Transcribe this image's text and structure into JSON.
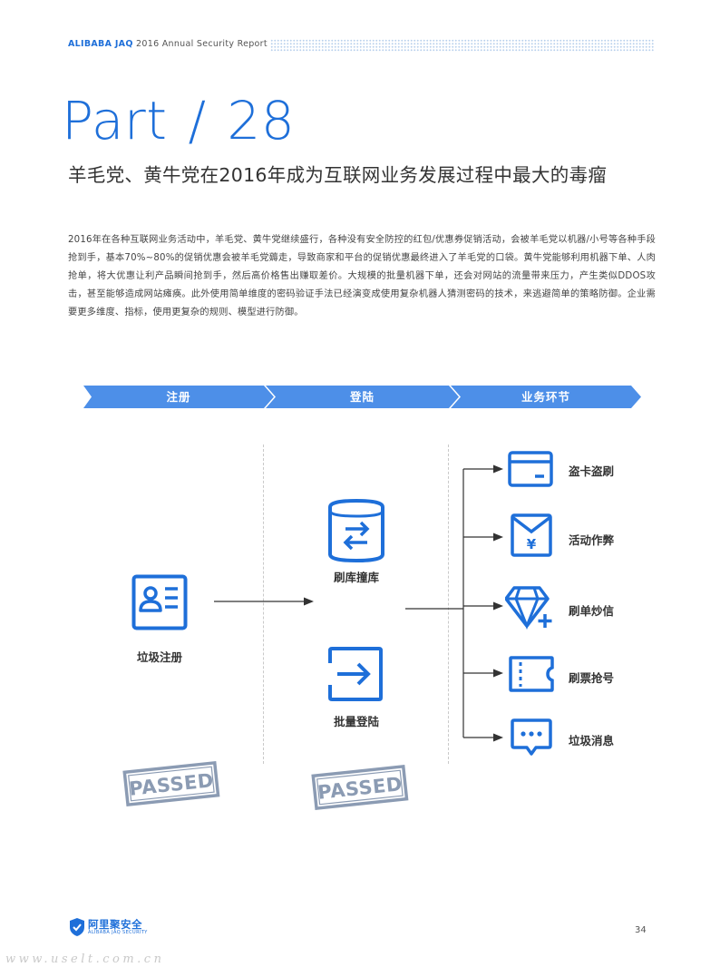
{
  "header": {
    "brand": "ALIBABA JAQ",
    "report": "2016 Annual Security Report"
  },
  "title": {
    "part": "Part",
    "slash": "/",
    "number": "28",
    "subtitle": "羊毛党、黄牛党在2016年成为互联网业务发展过程中最大的毒瘤"
  },
  "paragraph": "2016年在各种互联网业务活动中，羊毛党、黄牛党继续盛行，各种没有安全防控的红包/优惠券促销活动，会被羊毛党以机器/小号等各种手段抢到手，基本70%~80%的促销优惠会被羊毛党薅走，导致商家和平台的促销优惠最终进入了羊毛党的口袋。黄牛党能够利用机器下单、人肉抢单，将大优惠让利产品瞬间抢到手，然后高价格售出赚取差价。大规模的批量机器下单，还会对网站的流量带来压力，产生类似DDOS攻击，甚至能够造成网站瘫痪。此外使用简单维度的密码验证手法已经演变成使用复杂机器人猜测密码的技术，来逃避简单的策略防御。企业需要更多维度、指标，使用更复杂的规则、模型进行防御。",
  "stages": [
    "注册",
    "登陆",
    "业务环节"
  ],
  "flow": {
    "register": "垃圾注册",
    "credential_stuffing": "刷库撞库",
    "batch_login": "批量登陆",
    "business_items": [
      {
        "label": "盗卡盗刷",
        "icon": "credit-card-icon"
      },
      {
        "label": "活动作弊",
        "icon": "yen-envelope-icon"
      },
      {
        "label": "刷单炒信",
        "icon": "diamond-plus-icon"
      },
      {
        "label": "刷票抢号",
        "icon": "ticket-icon"
      },
      {
        "label": "垃圾消息",
        "icon": "chat-bubble-icon"
      }
    ]
  },
  "stamps": [
    "PASSED",
    "PASSED"
  ],
  "footer": {
    "logo_cn": "阿里聚安全",
    "logo_en": "ALIBABA JAQ SECURITY",
    "page_number": "34",
    "watermark": "www.uselt.com.cn"
  },
  "colors": {
    "accent": "#1e6fd9",
    "banner": "#4d8fe8",
    "stamp": "#8b9bb3"
  }
}
